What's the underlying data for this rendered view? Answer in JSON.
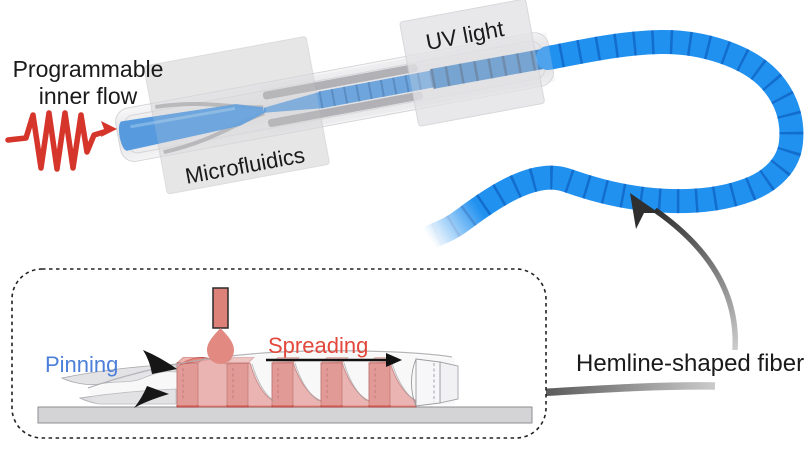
{
  "labels": {
    "programmable_line1": "Programmable",
    "programmable_line2": "inner flow",
    "microfluidics": "Microfluidics",
    "uv_light": "UV light",
    "pinning": "Pinning",
    "spreading": "Spreading",
    "hemline_fiber": "Hemline-shaped fiber"
  },
  "colors": {
    "flow_signal_red": "#d5352a",
    "inflow_blue": "#4f97dd",
    "pre_fiber_blue": "#4a93db",
    "fiber_uv_blue": "#1a6fc2",
    "fiber_blue": "#2191f0",
    "pinning_label_blue": "#4b7fd9",
    "spreading_label_red": "#e2483c",
    "liquid_red": "rgba(219,88,80,0.60)",
    "nozzle_salmon": "#dd8279",
    "droplet_salmon": "#e28a82",
    "device_gray": "#d9d9dc",
    "substrate_gray": "#d4d4d6",
    "arrow_dark": "#2f2f2f",
    "text_black": "#1a1a1a"
  },
  "icons": {
    "flow_signal": "spring-wave-arrow-icon",
    "spreading_arrow": "arrow-right-icon",
    "pinning_top": "arrowhead-icon",
    "pinning_bottom": "arrowhead-icon",
    "fiber_pointer": "curved-arrow-icon",
    "inset_pointer": "curved-arrow-icon"
  }
}
